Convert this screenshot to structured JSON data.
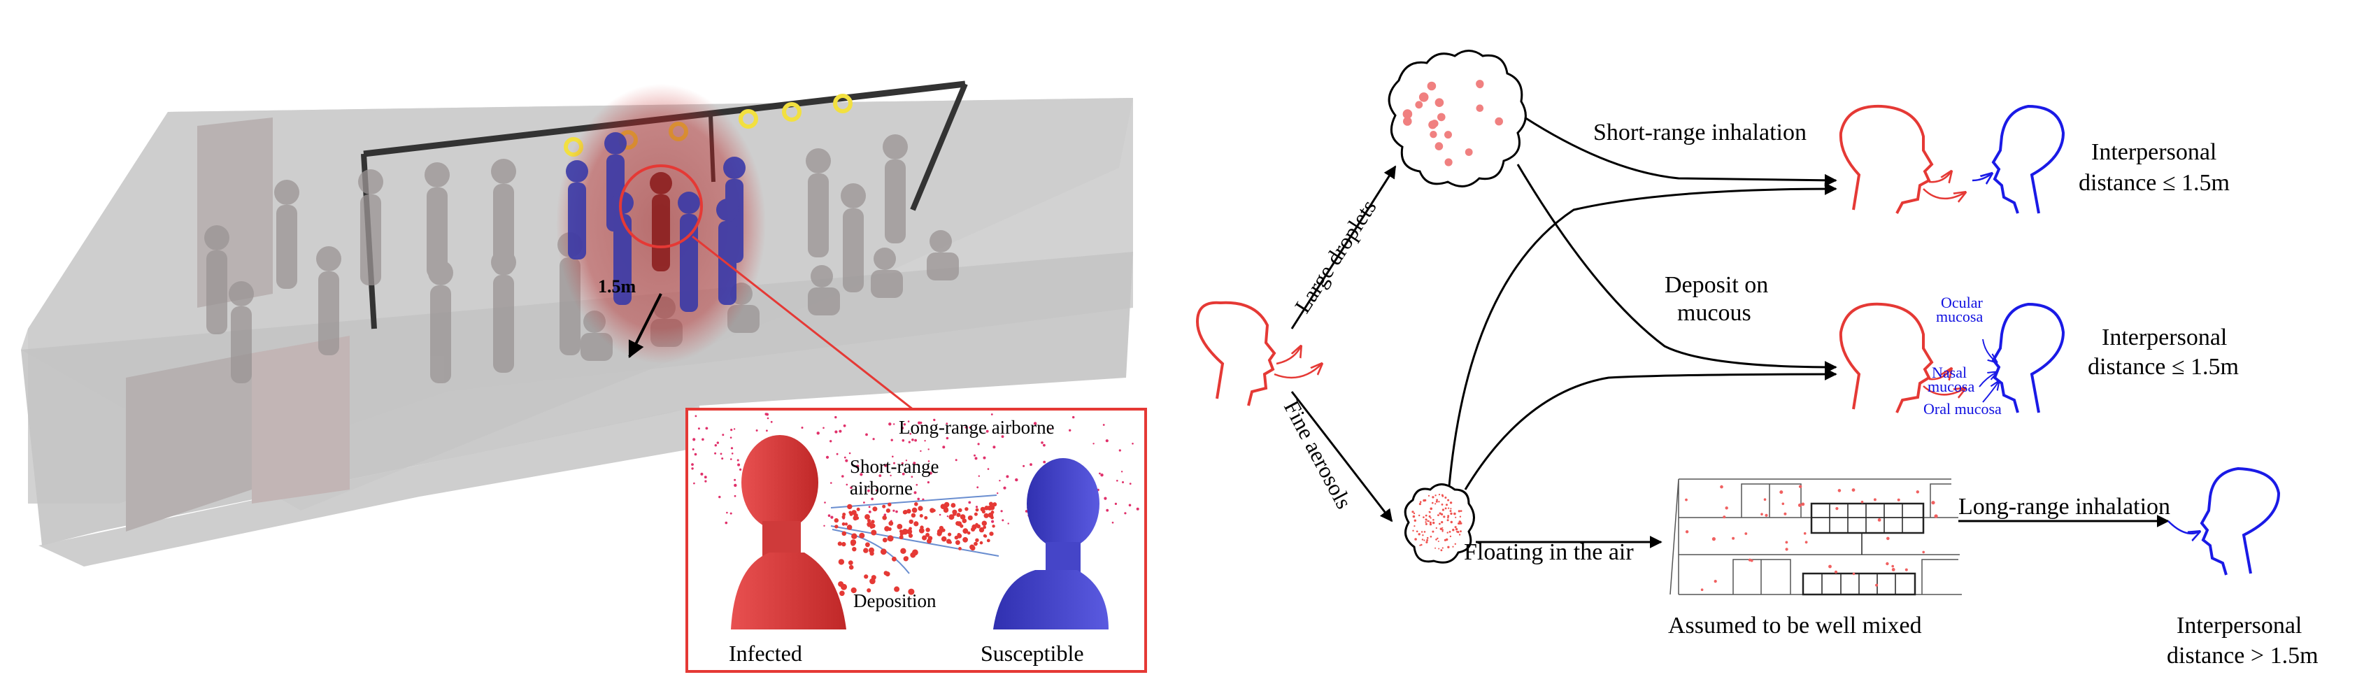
{
  "left_panel": {
    "distance_label": "1.5m",
    "inset": {
      "long_range_label": "Long-range airborne",
      "short_range_label_line1": "Short-range",
      "short_range_label_line2": "airborne",
      "deposition_label": "Deposition",
      "infected_label": "Infected",
      "susceptible_label": "Susceptible"
    }
  },
  "right_panel": {
    "branch_large": "Large droplets",
    "branch_fine": "Fine aerosols",
    "route_short_range": "Short-range inhalation",
    "route_deposit_line1": "Deposit on",
    "route_deposit_line2": "mucous",
    "route_floating": "Floating in the air",
    "route_long_range": "Long-range inhalation",
    "well_mixed_label": "Assumed to be well mixed",
    "mucosa": {
      "ocular_line1": "Ocular",
      "ocular_line2": "mucosa",
      "nasal_line1": "Nasal",
      "nasal_line2": "mucosa",
      "oral": "Oral mucosa"
    },
    "distance_short_1_line1": "Interpersonal",
    "distance_short_1_line2": "distance ≤ 1.5m",
    "distance_short_2_line1": "Interpersonal",
    "distance_short_2_line2": "distance ≤ 1.5m",
    "distance_long_line1": "Interpersonal",
    "distance_long_line2": "distance > 1.5m"
  },
  "colors": {
    "infected": "#e53935",
    "susceptible": "#1a1ae6",
    "handle": "#f2e040",
    "carriage": "#c8c8c8"
  }
}
